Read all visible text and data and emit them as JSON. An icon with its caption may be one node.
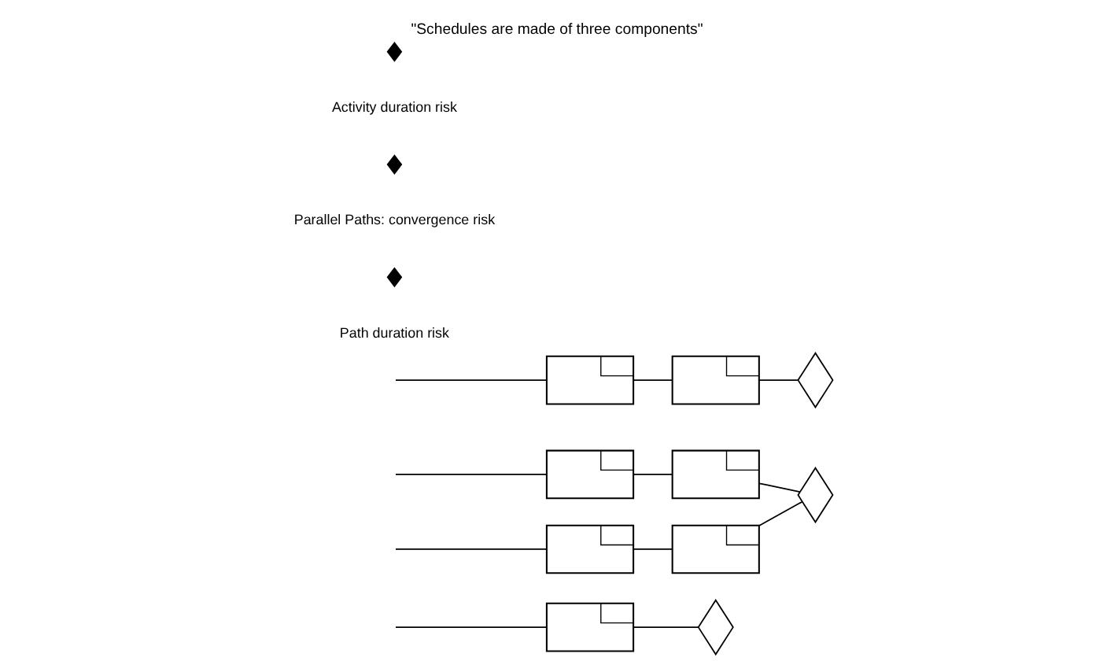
{
  "diagram": {
    "title": "\"Schedules are made of three components\"",
    "nodes": [
      {
        "text": [],
        "shape": "box"
      },
      {
        "text": [],
        "shape": "diamond"
      },
      {
        "text": [],
        "shape": "box"
      },
      {
        "text": [],
        "shape": "box"
      },
      {
        "text": [],
        "shape": "box"
      },
      {
        "text": [],
        "shape": "box"
      },
      {
        "text": [],
        "shape": "diamond"
      },
      {
        "text": [],
        "shape": "box"
      },
      {
        "text": [],
        "shape": "box"
      },
      {
        "text": [],
        "shape": "diamond"
      }
    ],
    "edges": [
      {
        "from": null,
        "to": 0,
        "arrow": "none"
      },
      {
        "from": 0,
        "to": 1,
        "arrow": "none"
      },
      {
        "from": null,
        "to": 2,
        "arrow": "none"
      },
      {
        "from": 2,
        "to": 3,
        "arrow": "none"
      },
      {
        "from": 3,
        "to": 6,
        "arrow": "none"
      },
      {
        "from": null,
        "to": 4,
        "arrow": "none"
      },
      {
        "from": 4,
        "to": 5,
        "arrow": "none"
      },
      {
        "from": 5,
        "to": 6,
        "arrow": "none"
      },
      {
        "from": null,
        "to": 7,
        "arrow": "none"
      },
      {
        "from": 7,
        "to": 8,
        "arrow": "none"
      },
      {
        "from": 8,
        "to": 9,
        "arrow": "none"
      }
    ],
    "labels": [
      "Activity duration risk",
      "Parallel Paths: convergence risk",
      "Path duration risk"
    ]
  }
}
